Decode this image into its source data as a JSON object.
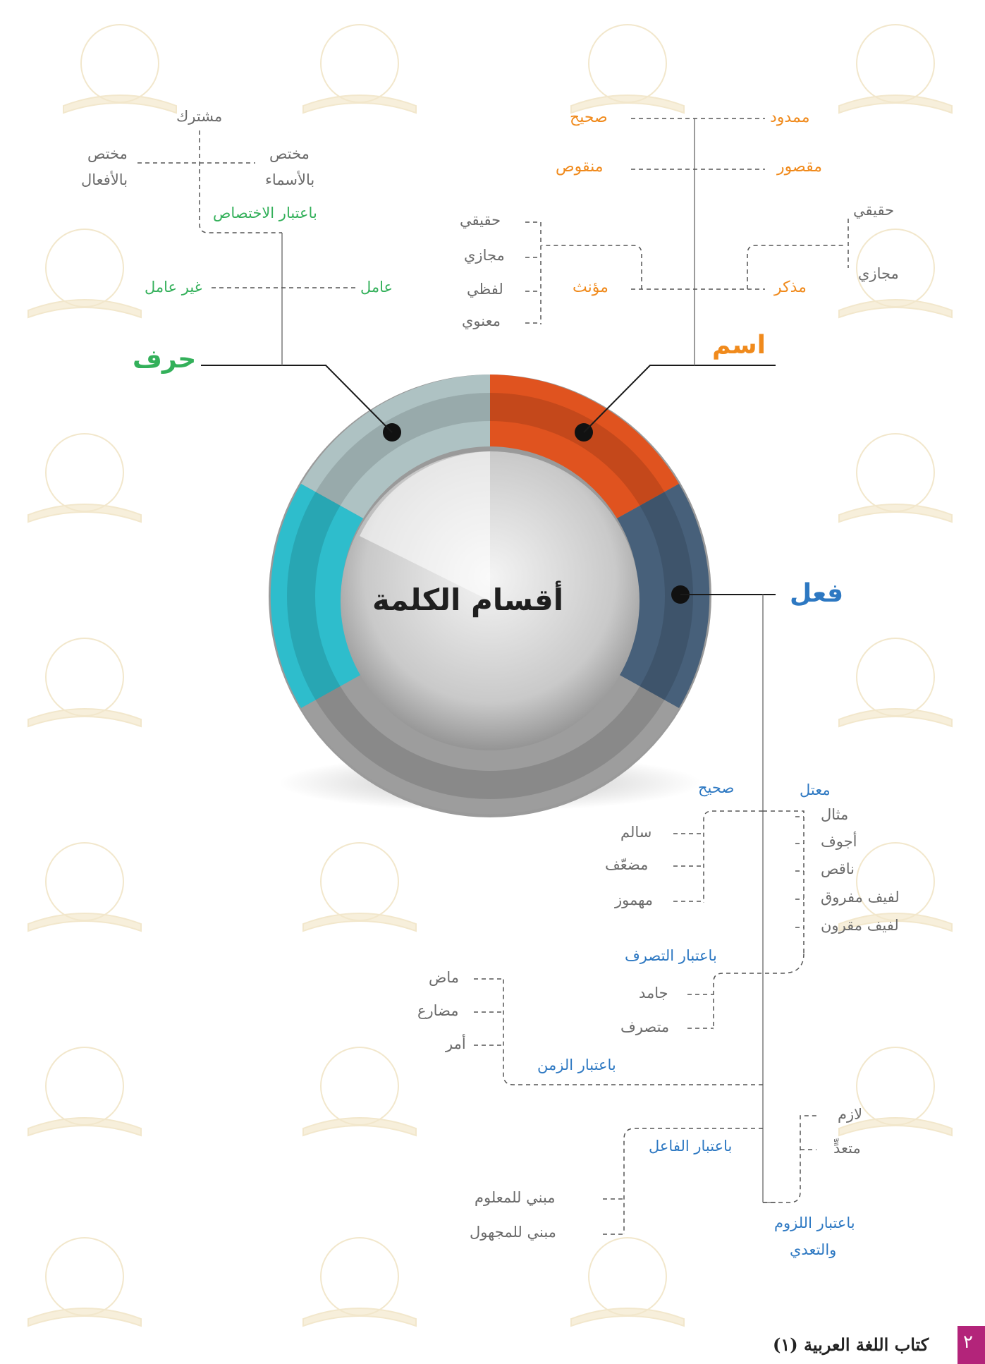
{
  "title": "أقسام الكلمة",
  "ism": {
    "label": "اسم",
    "mamdud": "ممدود",
    "sahih": "صحيح",
    "maqsur": "مقصور",
    "manqus": "منقوص",
    "muzakkar": "مذكر",
    "muannath": "مؤنث",
    "muz_haqiqi": "حقيقي",
    "muz_majazi": "مجازي",
    "mu_haqiqi": "حقيقي",
    "mu_majazi": "مجازي",
    "mu_lafzi": "لفظي",
    "mu_manawi": "معنوي"
  },
  "harf": {
    "label": "حرف",
    "mushtarak": "مشترك",
    "mukhtas_asma_1": "مختص",
    "mukhtas_asma_2": "بالأسماء",
    "mukhtas_afal_1": "مختص",
    "mukhtas_afal_2": "بالأفعال",
    "bi_ikhtisas": "باعتبار الاختصاص",
    "amil": "عامل",
    "ghayr_amil": "غير عامل"
  },
  "fil": {
    "label": "فعل",
    "mutal": "معتل",
    "mithal": "مثال",
    "ajwaf": "أجوف",
    "naqis": "ناقص",
    "lafif_mafruq": "لفيف مفروق",
    "lafif_maqrun": "لفيف مقرون",
    "sahih": "صحيح",
    "salim": "سالم",
    "mudaaf": "مضعّف",
    "mahmuz": "مهموز",
    "bi_tasarruf": "باعتبار التصرف",
    "jamid": "جامد",
    "mutasarrif": "متصرف",
    "madi": "ماض",
    "mudari": "مضارع",
    "amr": "أمر",
    "bi_zaman": "باعتبار الزمن",
    "lazim": "لازم",
    "mutaaddi": "متعدٍّ",
    "bi_fail": "باعتبار الفاعل",
    "mabni_malum": "مبني للمعلوم",
    "mabni_majhul": "مبني للمجهول",
    "bi_luzum_1": "باعتبار اللزوم",
    "bi_luzum_2": "والتعدي"
  },
  "footer": {
    "book": "كتاب اللغة العربية (١)",
    "tab": "٢"
  },
  "colors": {
    "ism": "#f08a1c",
    "harf": "#33b05a",
    "fil": "#2d78c2",
    "ring_orange": "#e0531f",
    "ring_navy": "#47607a",
    "ring_cyan": "#2ebdcc",
    "ring_gray": "#aec2c3",
    "footer_tab": "#b3247a"
  }
}
